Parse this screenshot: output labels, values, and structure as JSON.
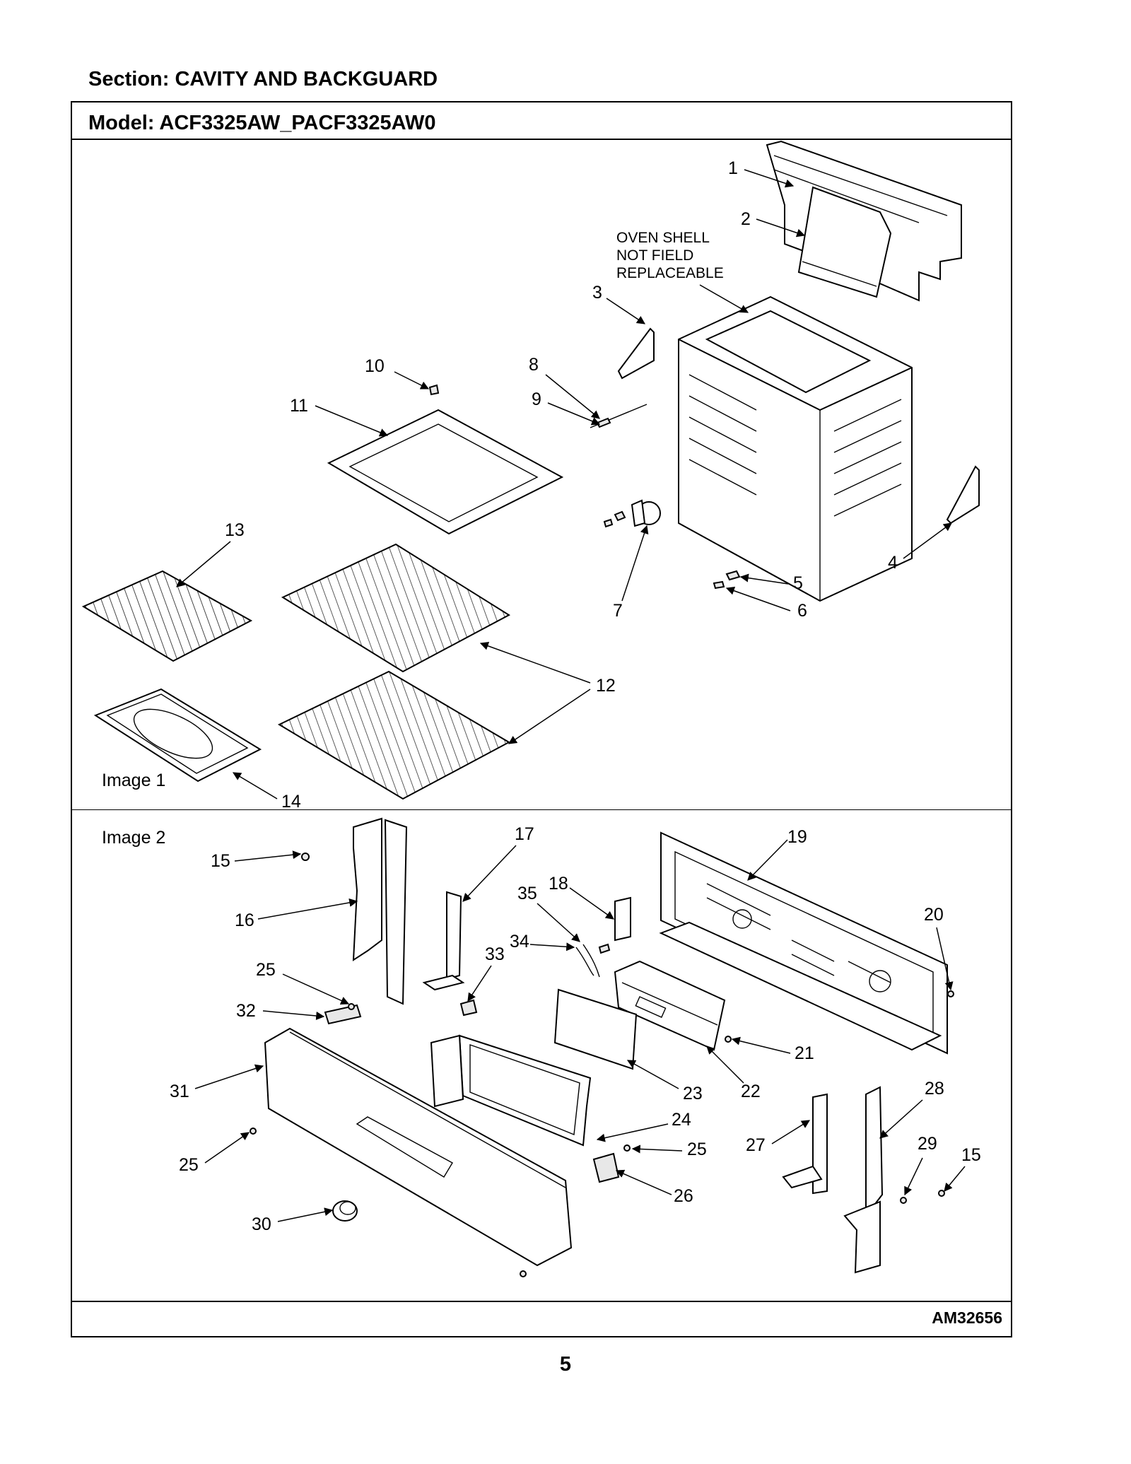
{
  "section_title": "Section:  CAVITY AND BACKGUARD",
  "model_title": "Model:  ACF3325AW_PACF3325AW0",
  "image1_label": "Image 1",
  "image2_label": "Image 2",
  "oven_shell_note": [
    "OVEN SHELL",
    "NOT FIELD",
    "REPLACEABLE"
  ],
  "footer_code": "AM32656",
  "page_number": "5",
  "callouts_image1": [
    "1",
    "2",
    "3",
    "4",
    "5",
    "6",
    "7",
    "8",
    "9",
    "10",
    "11",
    "12",
    "13",
    "14"
  ],
  "callouts_image2": [
    "15",
    "16",
    "17",
    "18",
    "35",
    "34",
    "33",
    "25",
    "32",
    "31",
    "25",
    "30",
    "19",
    "20",
    "21",
    "22",
    "23",
    "24",
    "25",
    "26",
    "27",
    "28",
    "29",
    "15"
  ]
}
